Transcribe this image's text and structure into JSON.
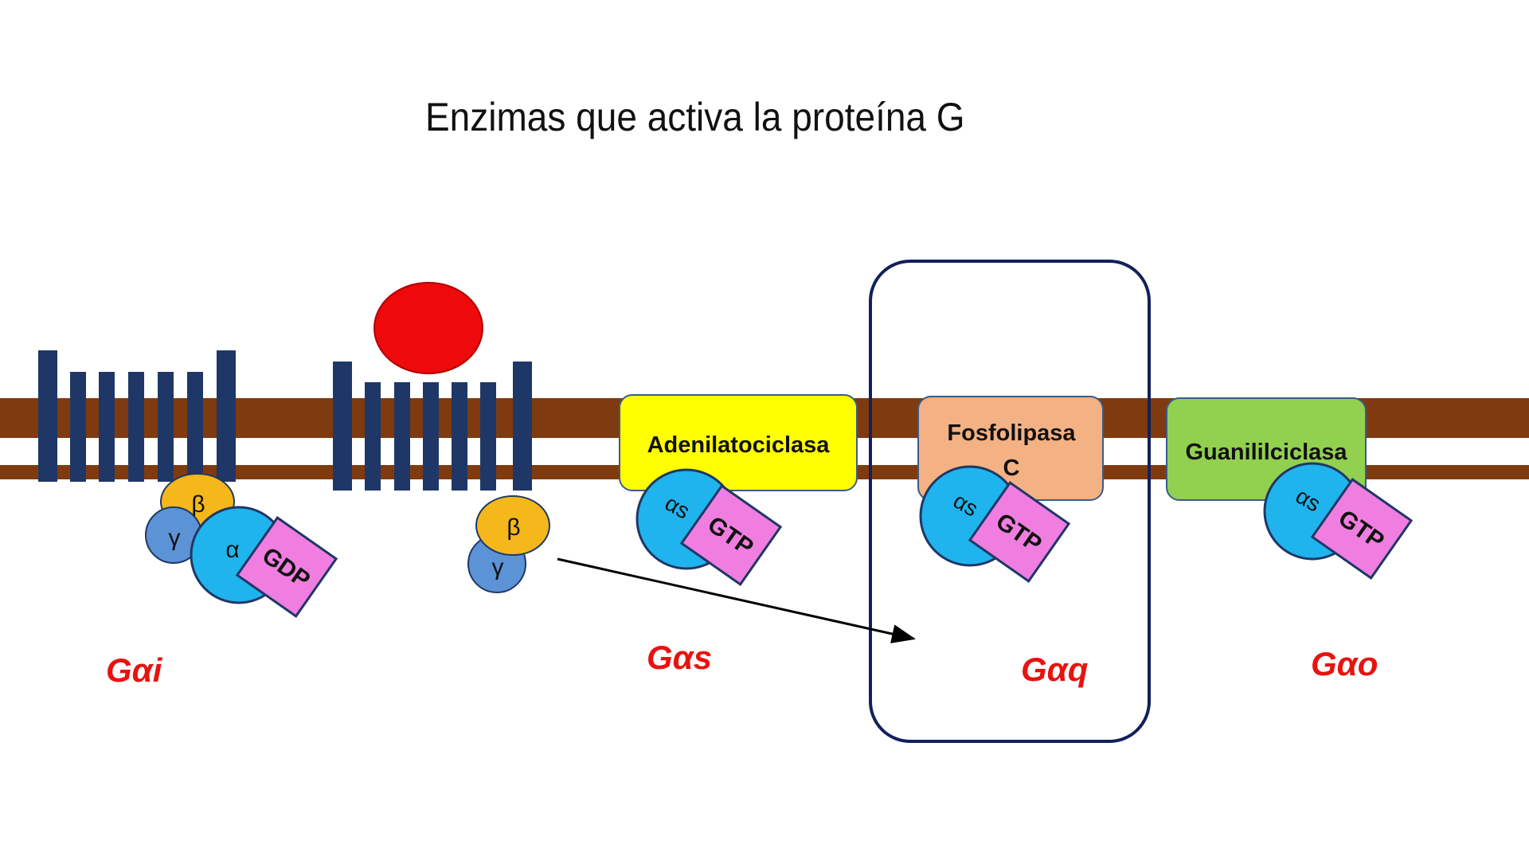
{
  "title": "Enzimas que activa la proteína G",
  "enzymes": {
    "adenylate": "Adenilatociclasa",
    "phospholipase_line1": "Fosfolipasa",
    "phospholipase_line2": "C",
    "guanylate": "Guanililciclasa"
  },
  "subunits": {
    "beta": "β",
    "gamma": "γ",
    "alpha": "α",
    "alpha_s": "αs"
  },
  "nucleotides": {
    "gdp": "GDP",
    "gtp": "GTP"
  },
  "g_labels": {
    "gai": "Gαi",
    "gas": "Gαs",
    "gaq": "Gαq",
    "gao": "Gαo"
  },
  "colors": {
    "membrane": "#7f3b0f",
    "receptor": "#1f3766",
    "ligand": "#ee0a0a",
    "adenylate": "#ffff00",
    "phospholipase": "#f4b183",
    "guanylate": "#92d050",
    "alpha_subunit": "#1fb4ee",
    "nucleotide": "#f07ee0",
    "beta_subunit": "#f5b81a",
    "gamma_subunit": "#5b93d6",
    "highlight_box": "#12205a",
    "label_red": "#e8130f"
  }
}
